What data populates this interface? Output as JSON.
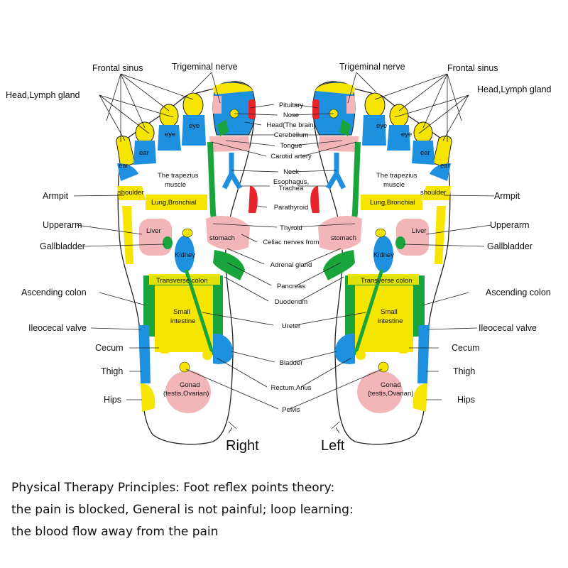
{
  "feet": {
    "right_foot": "Right",
    "left_foot": "Left"
  },
  "labels": {
    "frontal_sinus": "Frontal sinus",
    "trigeminal_nerve": "Trigeminal nerve",
    "head_lymph_gland": "Head,Lymph gland",
    "armpit": "Armpit",
    "upperarm": "Upperarm",
    "gallbladder": "Gallbladder",
    "ascending_colon": "Ascending colon",
    "ileocecal_valve": "Ileocecal valve",
    "cecum": "Cecum",
    "thigh": "Thigh",
    "hips": "Hips",
    "pituitary": "Pituitary",
    "nose": "Nose",
    "head_brain": "Head(The brain)",
    "cerebellum": "Cerebellum",
    "tongue": "Tongue",
    "carotid_artery": "Carotid artery",
    "neck": "Neck",
    "esophagus": "Esophagus,",
    "trachea": "Trachea",
    "parathyroid": "Parathyroid",
    "thyroid": "Thyroid",
    "celiac": "Celiac nerves from",
    "adrenal_gland": "Adrenal gland",
    "pancreas": "Pancreas",
    "duodenum": "Duodenum",
    "ureter": "Ureter",
    "bladder": "Bladder",
    "rectum_anus": "Rectum,Anus",
    "pelvis": "Pelvis"
  },
  "inner": {
    "eye": "eye",
    "ear": "ear",
    "trapezius_1": "The trapezius",
    "trapezius_2": "muscle",
    "shoulder": "shoulder",
    "lung": "Lung,Bronchial",
    "liver": "Liver",
    "stomach": "stomach",
    "kidney": "Kidney",
    "transverse_colon": "Transverse colon",
    "small_intestine_1": "Small",
    "small_intestine_2": "intestine",
    "gonad_1": "Gonad",
    "gonad_2": "(testis,Ovarian)"
  },
  "caption": {
    "line1": "Physical Therapy Principles: Foot reflex points theory:",
    "line2": "the pain is blocked, General is not painful; loop learning:",
    "line3": "the blood flow away from the pain"
  },
  "colors": {
    "yellow": "#f6e500",
    "blue": "#1e90e0",
    "green": "#1aa53c",
    "pink": "#f2b6b8",
    "red": "#e8232a"
  }
}
